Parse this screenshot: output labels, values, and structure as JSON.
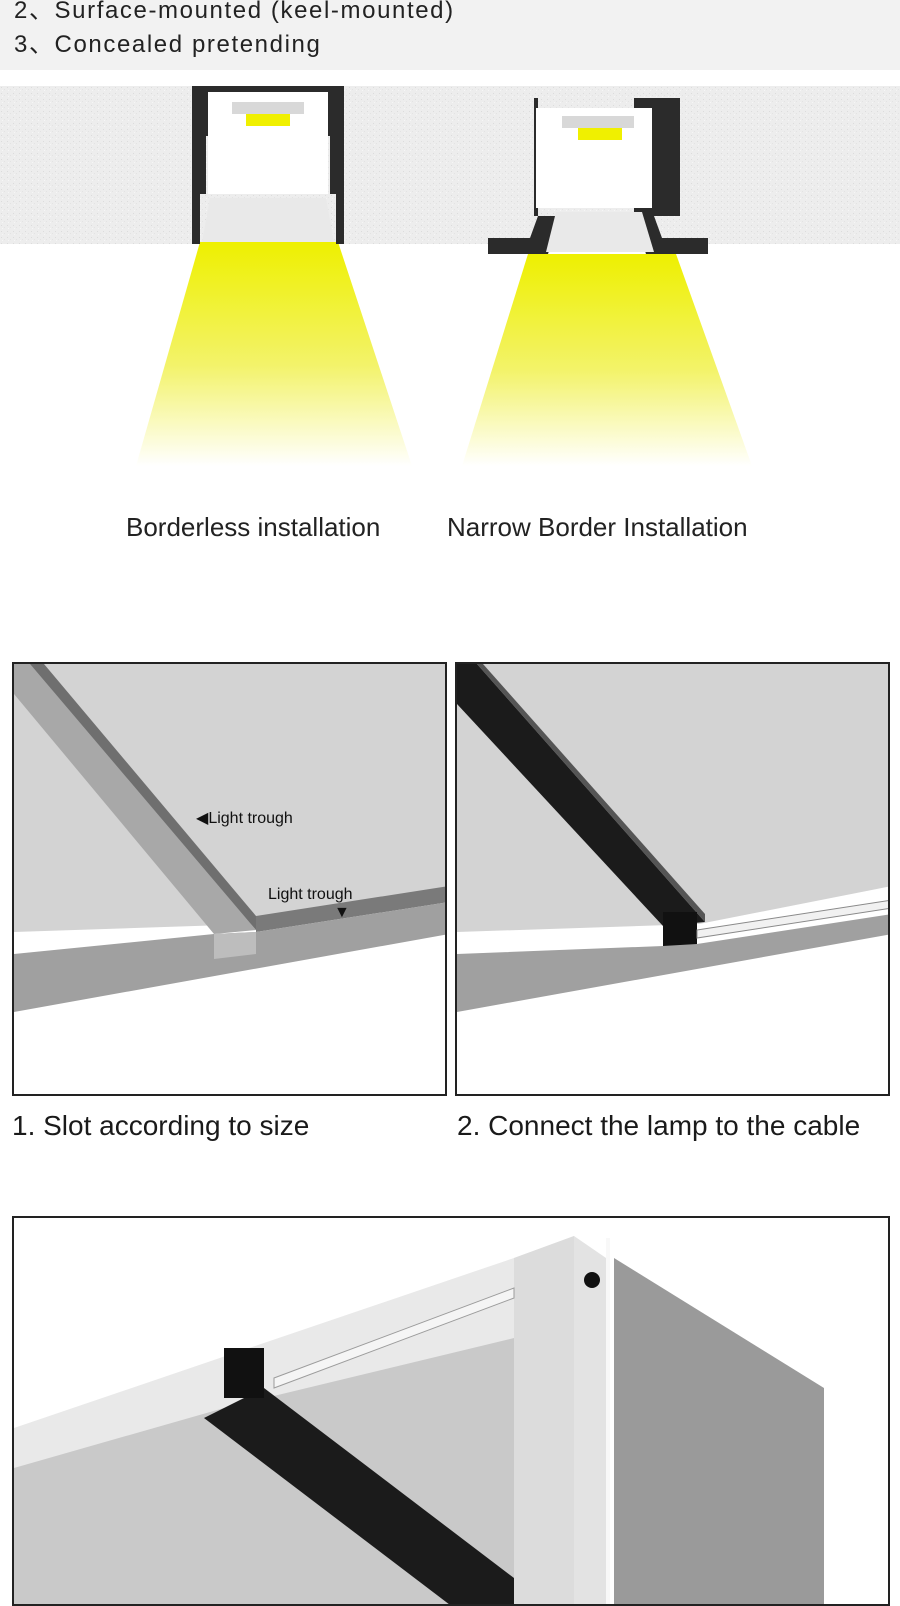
{
  "header": {
    "line2": "2、Surface-mounted (keel-mounted)",
    "line3": "3、Concealed pretending"
  },
  "installation": {
    "left_caption": "Borderless installation",
    "right_caption": "Narrow Border Installation"
  },
  "steps": [
    {
      "caption": "1. Slot according to size",
      "labels": [
        "Light trough",
        "Light trough"
      ]
    },
    {
      "caption": "2. Connect the lamp to the cable"
    }
  ],
  "colors": {
    "header_bg": "#f2f2f2",
    "wall_texture": "#ededed",
    "profile_black": "#2b2b2b",
    "led_yellow": "#f0f000",
    "ceiling_gray": "#d3d3d3",
    "slot_gray": "#a8a8a8",
    "panel_border": "#222222"
  }
}
